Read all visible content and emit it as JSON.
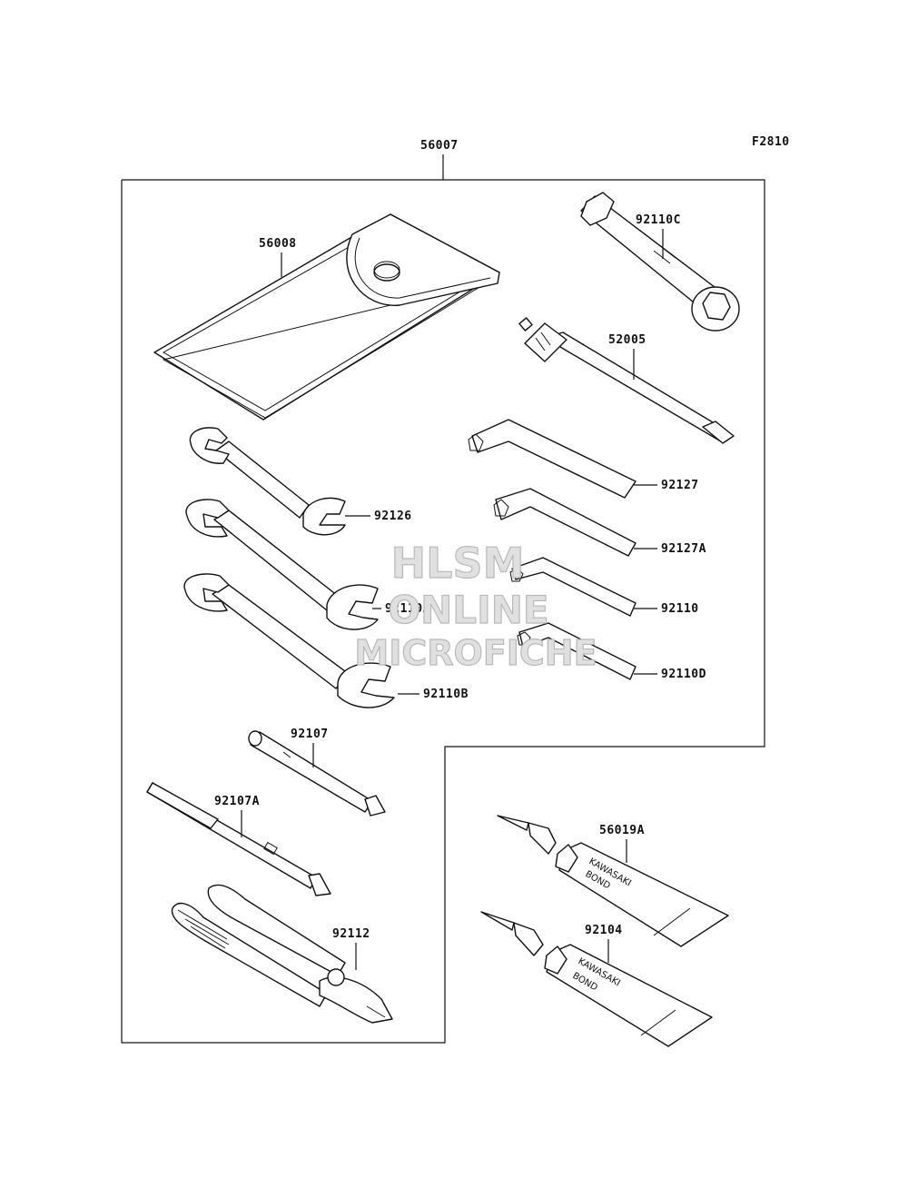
{
  "figure_code": "F2810",
  "kit_number": "56007",
  "parts": [
    {
      "id": "p56008",
      "label": "56008"
    },
    {
      "id": "p92110C",
      "label": "92110C"
    },
    {
      "id": "p52005",
      "label": "52005"
    },
    {
      "id": "p92127",
      "label": "92127"
    },
    {
      "id": "p92127A",
      "label": "92127A"
    },
    {
      "id": "p92110",
      "label": "92110"
    },
    {
      "id": "p92110D",
      "label": "92110D"
    },
    {
      "id": "p92126",
      "label": "92126"
    },
    {
      "id": "p92110A",
      "label": "92110A"
    },
    {
      "id": "p92110B",
      "label": "92110B"
    },
    {
      "id": "p92107",
      "label": "92107"
    },
    {
      "id": "p92107A",
      "label": "92107A"
    },
    {
      "id": "p92112",
      "label": "92112"
    },
    {
      "id": "p56019A",
      "label": "56019A"
    },
    {
      "id": "p92104",
      "label": "92104"
    }
  ],
  "tube_brand": "KAWASAKI",
  "tube_product": "BOND",
  "watermark": {
    "line1": "HLSM",
    "line2": "ONLINE",
    "line3": "MICROFICHE"
  }
}
